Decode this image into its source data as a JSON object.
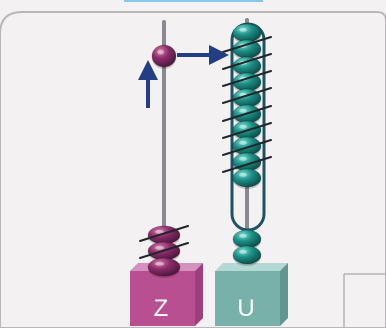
{
  "labels": {
    "tens": "Z",
    "units": "U"
  },
  "counts": {
    "tens_beads": 3,
    "tens_crossed_beads": 2,
    "tens_moved_beads": 1,
    "units_beads_in_group": 10,
    "units_crossed_beads_in_group": 8,
    "units_extra_beads": 2
  },
  "colors": {
    "background": "#f4f1f2",
    "frame": "#bcb6bb",
    "rod": "#8a8890",
    "tens_bead": "#8b2c6a",
    "tens_bead_shadow": "#4c173f",
    "units_bead": "#1d8f86",
    "units_bead_shadow": "#0a4d4b",
    "arrow": "#243e86",
    "tens_base_front": "#b84f91",
    "tens_base_top": "#d591bd",
    "tens_base_side": "#9d3e7d",
    "units_base_front": "#78b0aa",
    "units_base_top": "#b4d8d4",
    "units_base_side": "#5f9690",
    "cross": "#20262a",
    "group_outline": "#1f5265",
    "label_text": "#ffffff"
  }
}
